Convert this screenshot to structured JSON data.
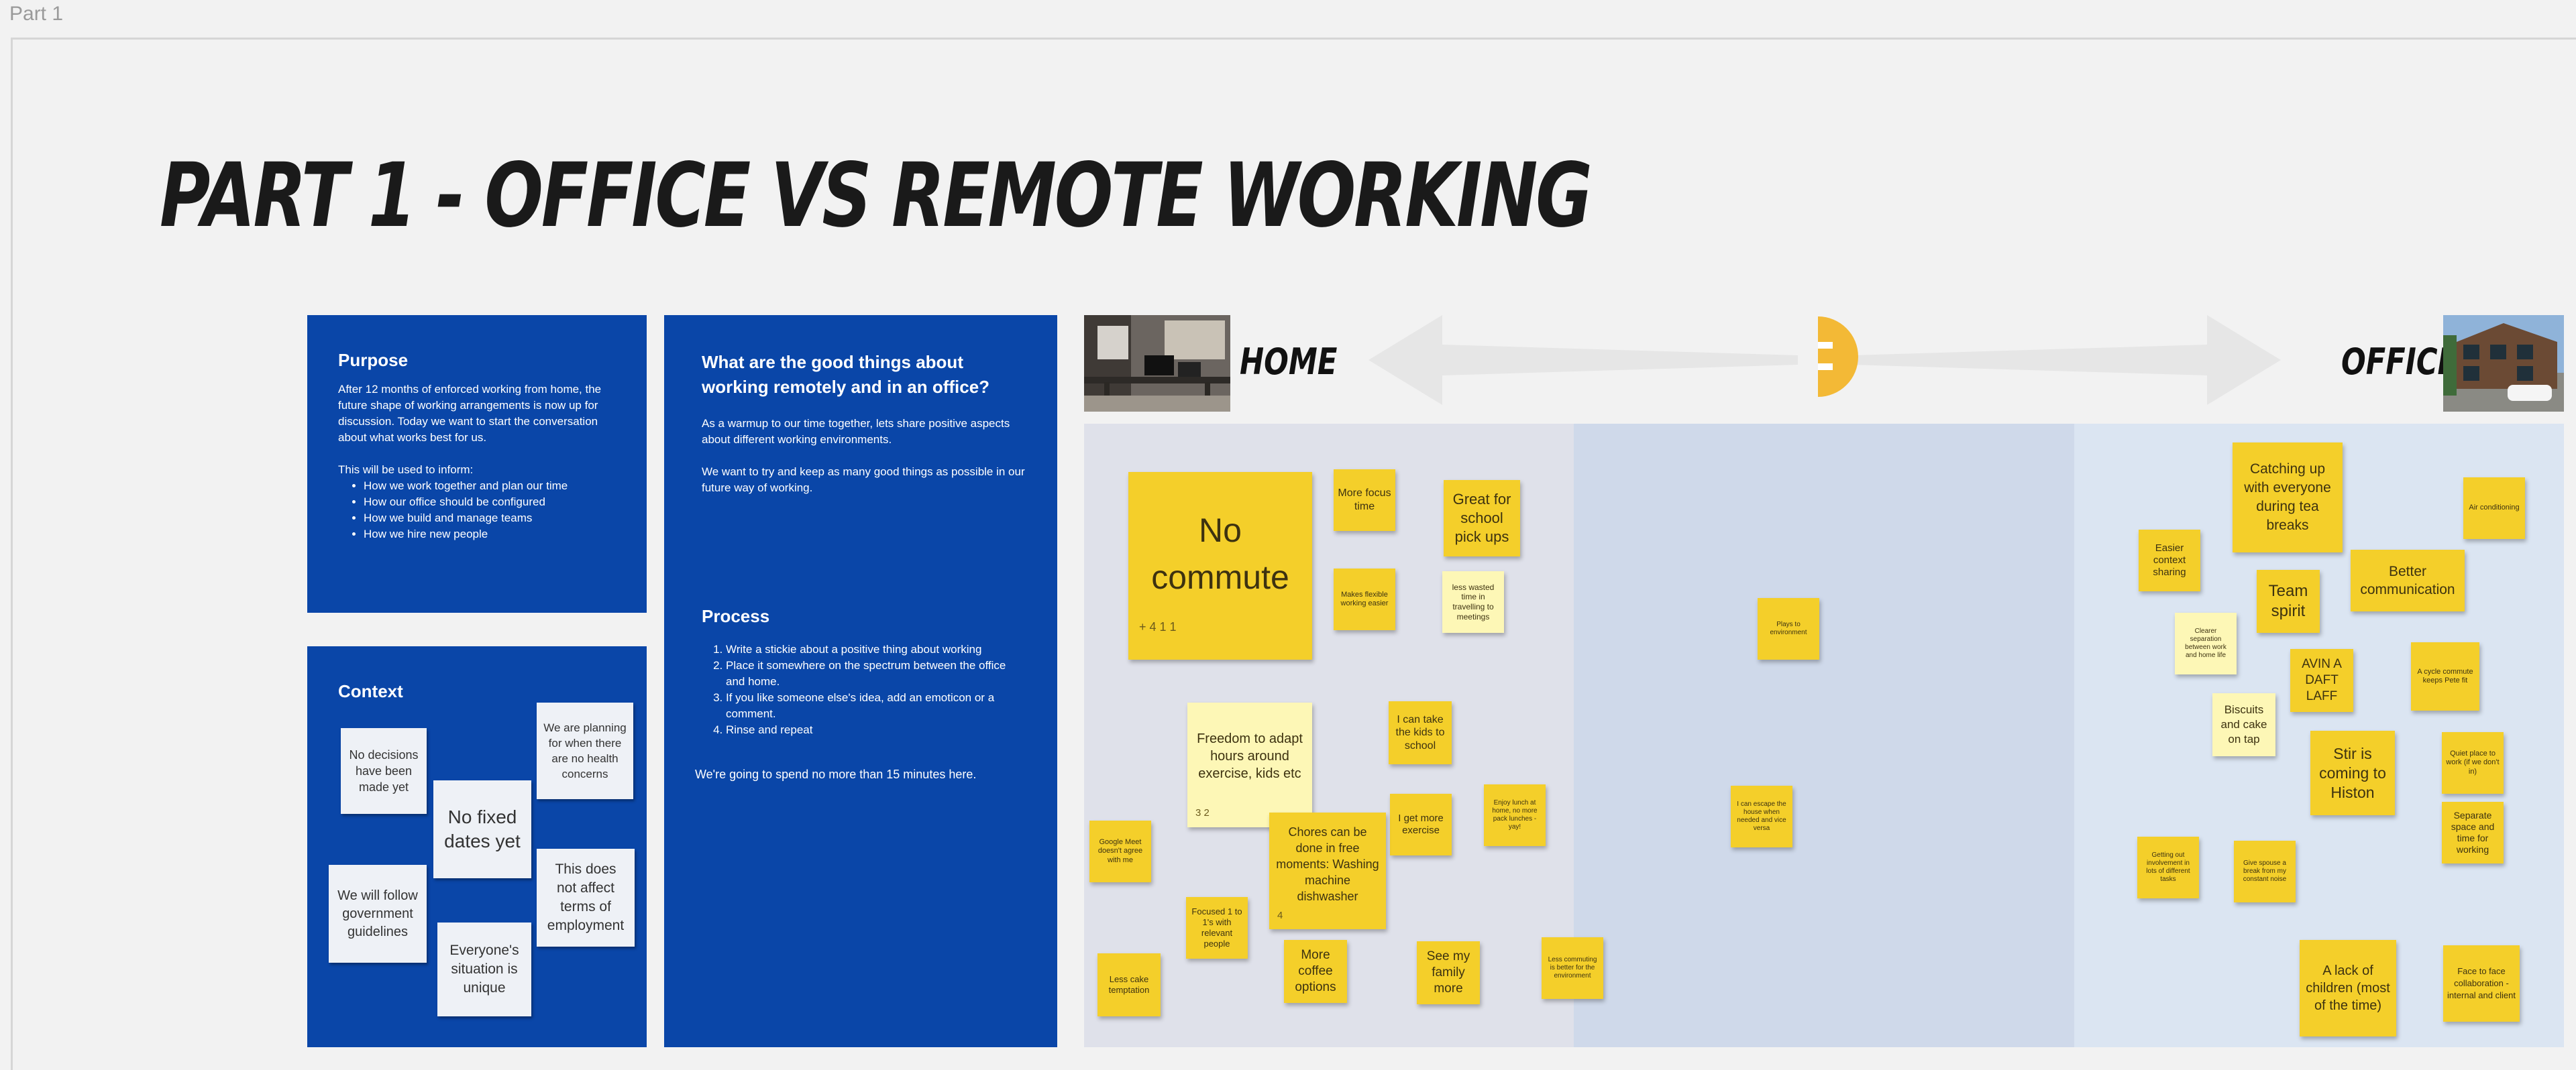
{
  "frame_label": "Part 1",
  "board_title": "PART 1 - OFFICE VS REMOTE WORKING",
  "purpose": {
    "title": "Purpose",
    "para1": "After 12 months of enforced working from home, the future shape of working arrangements is now up for discussion.  Today we want to start the conversation about what works best for us.",
    "para2": "This will be used to inform:",
    "bullets": [
      "How we work together and plan our time",
      "How our office should be configured",
      "How we build and manage teams",
      "How we hire new people"
    ]
  },
  "context": {
    "title": "Context",
    "notes": [
      "No decisions have been made yet",
      "No fixed dates yet",
      "We are planning for when there are no health concerns",
      "We will follow government guidelines",
      "Everyone's situation is unique",
      "This does not affect terms of employment"
    ]
  },
  "good_things": {
    "title": "What are the good things about working remotely and in an office?",
    "para1": "As a warmup to our time together, lets share positive aspects about different working environments.",
    "para2": "We want to try and keep as many good things as possible in our future way of working."
  },
  "process": {
    "title": "Process",
    "steps": [
      "Write a stickie about a positive thing about working",
      "Place it somewhere on the spectrum between the office and home.",
      "If you like someone else's idea, add an emoticon or a comment.",
      "Rinse and repeat"
    ],
    "footer": "We're going to spend no more than 15 minutes here."
  },
  "spectrum": {
    "home_label": "HOME",
    "office_label": "OFFICE",
    "arrow_color": "#e6e6e6",
    "center_icon": "half-smiley-icon",
    "center_color": "#f3b936"
  },
  "home_stickies": [
    "No commute",
    "More focus time",
    "Great for school pick ups",
    "Makes flexible working easier",
    "less wasted time in travelling to meetings",
    "I can take the kids to school",
    "Freedom to adapt hours around exercise, kids etc",
    "I get more exercise",
    "Enjoy lunch at home, no more pack lunches - yay!",
    "Google Meet doesn't agree with me",
    "Chores can be done in free moments: Washing machine dishwasher",
    "Focused 1 to 1's with relevant people",
    "Less cake temptation",
    "More coffee options",
    "See my family more",
    "Less commuting is better for the environment"
  ],
  "middle_stickies": [
    "Plays to environment",
    "I can escape the house when needed and vice versa"
  ],
  "office_stickies": [
    "Catching up with everyone during tea breaks",
    "Air conditioning",
    "Easier context sharing",
    "Better communication",
    "Team spirit",
    "Clearer separation between work and home life",
    "AVIN A DAFT LAFF",
    "A cycle commute keeps Pete fit",
    "Biscuits and cake on tap",
    "Stir is coming to Histon",
    "Quiet place to work (if we don't in)",
    "Separate space and time for working",
    "Getting out involvement in lots of different tasks",
    "Give spouse a break from my constant noise",
    "A lack of children (most of the time)",
    "Face to face collaboration - internal and client"
  ],
  "reactions": {
    "no_commute": "+ 4  1  1",
    "freedom": "3  2",
    "chores": "4"
  },
  "colors": {
    "card_blue": "#0a46a8",
    "sticky_yellow": "#f4cf2a",
    "sticky_pale": "#fdf7b6",
    "zone_home": "#dfe1ea",
    "zone_middle": "#cfd9ea",
    "zone_office": "#dbe5f2"
  }
}
